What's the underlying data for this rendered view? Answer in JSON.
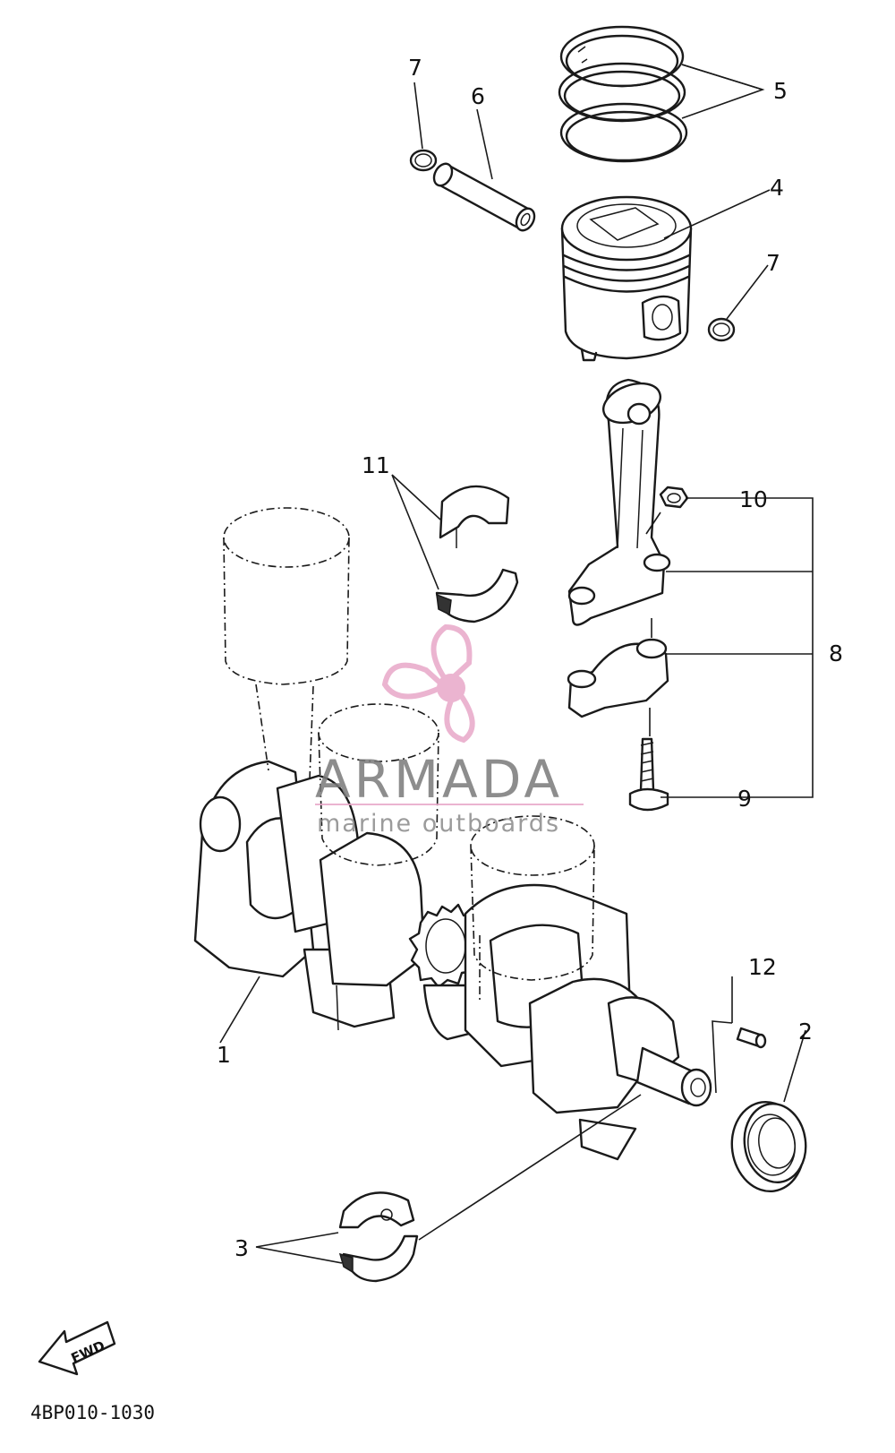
{
  "callouts": [
    {
      "id": "1",
      "text": "1"
    },
    {
      "id": "2",
      "text": "2"
    },
    {
      "id": "3",
      "text": "3"
    },
    {
      "id": "4",
      "text": "4"
    },
    {
      "id": "5",
      "text": "5"
    },
    {
      "id": "6",
      "text": "6"
    },
    {
      "id": "7a",
      "text": "7"
    },
    {
      "id": "7b",
      "text": "7"
    },
    {
      "id": "8",
      "text": "8"
    },
    {
      "id": "9",
      "text": "9"
    },
    {
      "id": "10",
      "text": "10"
    },
    {
      "id": "11",
      "text": "11"
    },
    {
      "id": "12",
      "text": "12"
    }
  ],
  "forward_arrow": {
    "label": "FWD"
  },
  "diagram_code": "4BP010-1030",
  "watermark": {
    "title": "ARMADA",
    "subtitle": "marine outboards",
    "color": "#e8a8c8"
  },
  "icons": [
    "propeller-logo-icon",
    "forward-arrow-icon"
  ]
}
